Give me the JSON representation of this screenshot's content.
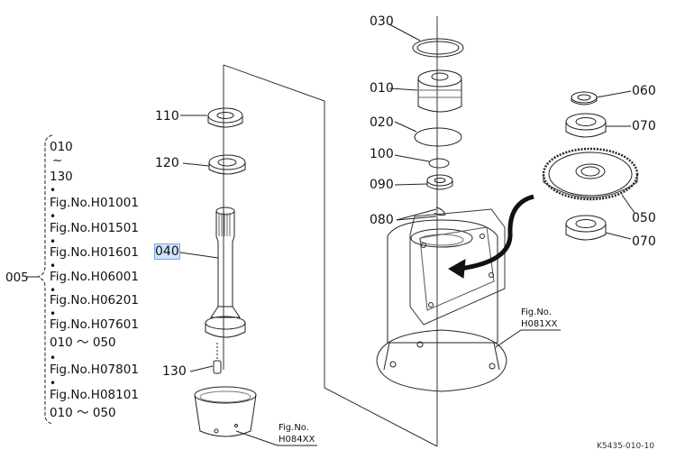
{
  "diagram_code": "K5435-010-10",
  "bracket": {
    "group_label": "005",
    "items": [
      {
        "text": "010"
      },
      {
        "text": "~"
      },
      {
        "text": "130"
      },
      {
        "text": "Fig.No.H01001"
      },
      {
        "text": "Fig.No.H01501"
      },
      {
        "text": "Fig.No.H01601"
      },
      {
        "text": "Fig.No.H06001"
      },
      {
        "text": "Fig.No.H06201"
      },
      {
        "text": "Fig.No.H07601"
      },
      {
        "text": "010 ～ 050"
      },
      {
        "text": "Fig.No.H07801"
      },
      {
        "text": "Fig.No.H08101"
      },
      {
        "text": "010 ～ 050"
      }
    ]
  },
  "callouts": {
    "p110": "110",
    "p120": "120",
    "p040": "040",
    "p130": "130",
    "p030": "030",
    "p010": "010",
    "p020": "020",
    "p100": "100",
    "p090": "090",
    "p080": "080",
    "p060": "060",
    "p070a": "070",
    "p050": "050",
    "p070b": "070"
  },
  "fig_refs": {
    "housing": {
      "line1": "Fig.No.",
      "line2": "H081XX"
    },
    "cup": {
      "line1": "Fig.No.",
      "line2": "H084XX"
    }
  }
}
